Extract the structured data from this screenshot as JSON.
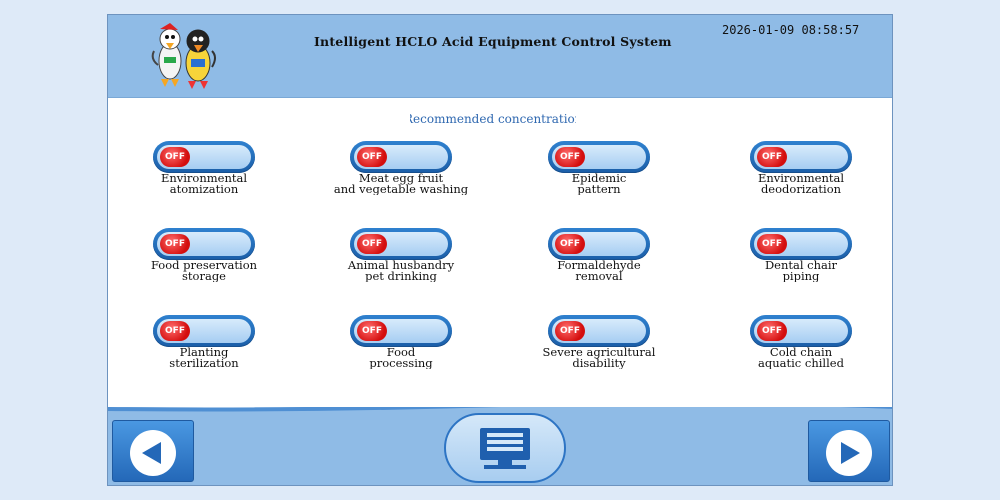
{
  "header": {
    "title": "Intelligent HCLO Acid Equipment Control System",
    "datetime": "2026-01-09 08:58:57",
    "logo_icon": "mascot-logo-icon"
  },
  "recommended_link": "Recommended concentration",
  "switches": [
    {
      "state": "OFF",
      "line1": "Environmental",
      "line2": "atomization"
    },
    {
      "state": "OFF",
      "line1": "Meat egg fruit",
      "line2": "and vegetable washing"
    },
    {
      "state": "OFF",
      "line1": "Epidemic",
      "line2": "pattern"
    },
    {
      "state": "OFF",
      "line1": "Environmental",
      "line2": "deodorization"
    },
    {
      "state": "OFF",
      "line1": "Food preservation",
      "line2": "storage"
    },
    {
      "state": "OFF",
      "line1": "Animal husbandry",
      "line2": "pet drinking"
    },
    {
      "state": "OFF",
      "line1": "Formaldehyde",
      "line2": "removal"
    },
    {
      "state": "OFF",
      "line1": "Dental chair",
      "line2": "piping"
    },
    {
      "state": "OFF",
      "line1": "Planting",
      "line2": "sterilization"
    },
    {
      "state": "OFF",
      "line1": "Food",
      "line2": "processing"
    },
    {
      "state": "OFF",
      "line1": "Severe agricultural",
      "line2": "disability"
    },
    {
      "state": "OFF",
      "line1": "Cold chain",
      "line2": "aquatic chilled"
    }
  ],
  "footer": {
    "back_icon": "back-arrow-icon",
    "home_icon": "monitor-icon",
    "forward_icon": "forward-arrow-icon"
  },
  "colors": {
    "header_bg": "#8fbbe6",
    "toggle_blue": "#2f81cf",
    "off_red": "#d40e0e",
    "link_blue": "#2f68b0"
  }
}
